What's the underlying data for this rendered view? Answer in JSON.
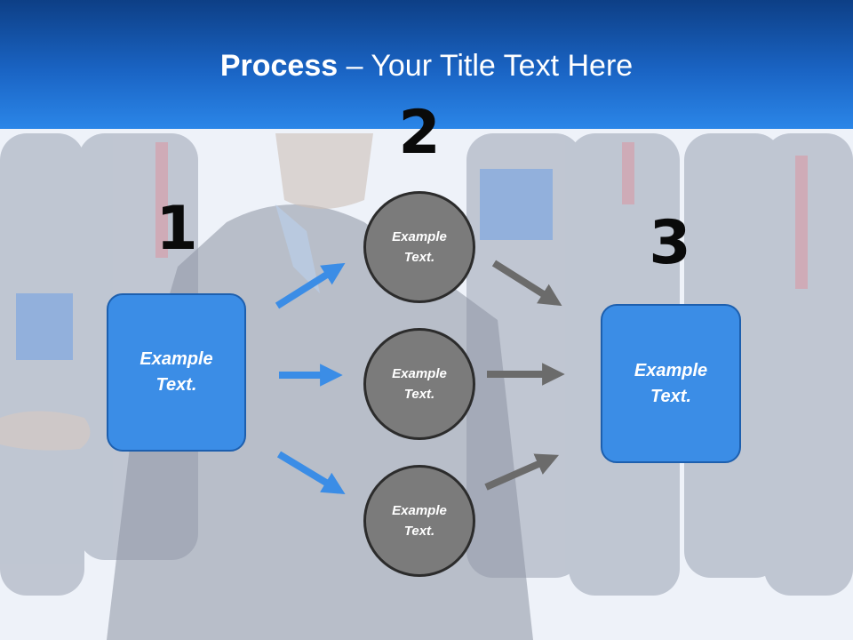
{
  "title": {
    "bold": "Process",
    "rest": " – Your Title Text Here"
  },
  "steps": {
    "one": "1",
    "two": "2",
    "three": "3"
  },
  "left_box": {
    "line1": "Example",
    "line2": "Text."
  },
  "right_box": {
    "line1": "Example",
    "line2": "Text."
  },
  "circles": [
    {
      "line1": "Example",
      "line2": "Text."
    },
    {
      "line1": "Example",
      "line2": "Text."
    },
    {
      "line1": "Example",
      "line2": "Text."
    }
  ],
  "colors": {
    "title_bar": "#1a64c4",
    "box_fill": "#3b8de6",
    "circle_fill": "#7b7b7b",
    "blue_arrow": "#3b8de6",
    "gray_arrow": "#6b6b6b"
  }
}
